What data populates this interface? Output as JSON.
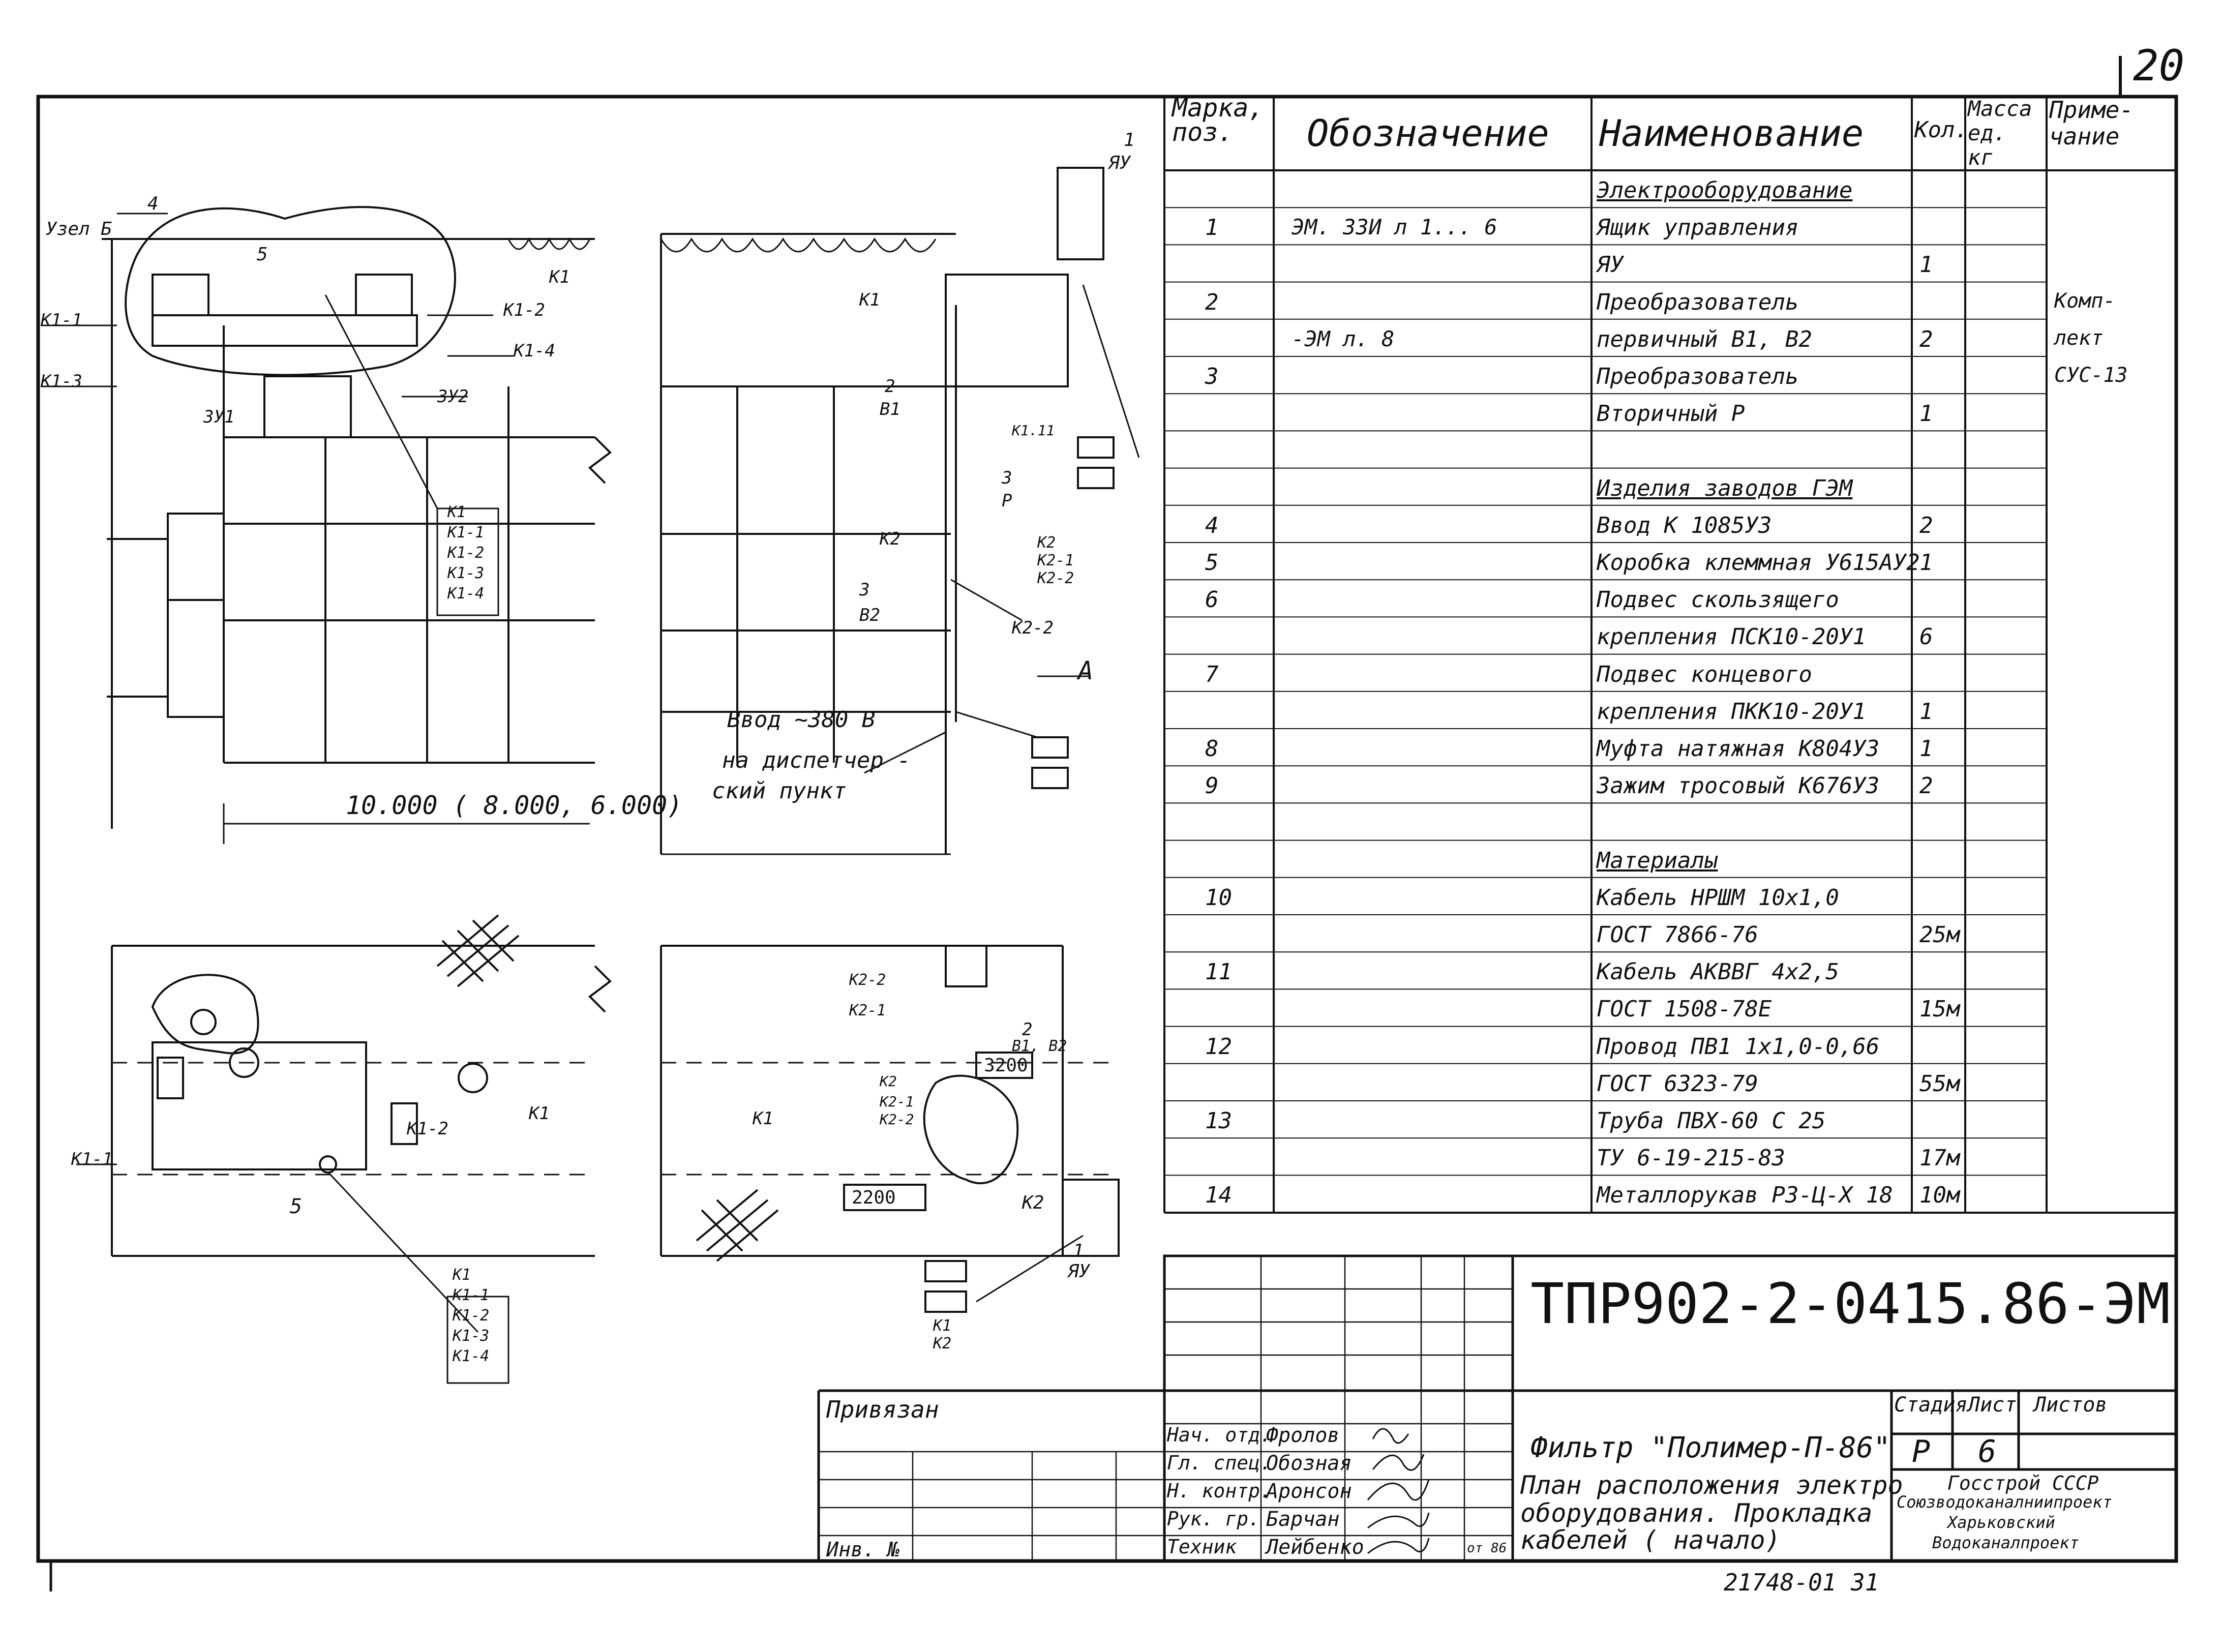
{
  "page_number": "20",
  "spec_table": {
    "headers": {
      "mark": "Марка, поз.",
      "designation": "Обозначение",
      "name": "Наименование",
      "qty": "Кол.",
      "mass": "Масса ед. кг",
      "note": "Приме- чание"
    },
    "rows": [
      {
        "mark": "",
        "designation": "",
        "name": "Электрооборудование",
        "qty": "",
        "note": ""
      },
      {
        "mark": "1",
        "designation": "ЭМ. 33И л 1... 6",
        "name": "Ящик управления",
        "qty": "",
        "note": ""
      },
      {
        "mark": "",
        "designation": "",
        "name": "ЯУ",
        "qty": "1",
        "note": ""
      },
      {
        "mark": "2",
        "designation": "",
        "name": "Преобразователь",
        "qty": "",
        "note": "Комп-"
      },
      {
        "mark": "",
        "designation": "-ЭМ л. 8",
        "name": "первичный В1, В2",
        "qty": "2",
        "note": "лект"
      },
      {
        "mark": "3",
        "designation": "",
        "name": "Преобразователь",
        "qty": "",
        "note": "СУС-13"
      },
      {
        "mark": "",
        "designation": "",
        "name": "Вторичный Р",
        "qty": "1",
        "note": ""
      },
      {
        "mark": "",
        "designation": "",
        "name": "",
        "qty": "",
        "note": ""
      },
      {
        "mark": "",
        "designation": "",
        "name": "Изделия заводов ГЭМ",
        "qty": "",
        "note": ""
      },
      {
        "mark": "4",
        "designation": "",
        "name": "Ввод К 1085У3",
        "qty": "2",
        "note": ""
      },
      {
        "mark": "5",
        "designation": "",
        "name": "Коробка клеммная У615АУ2",
        "qty": "1",
        "note": ""
      },
      {
        "mark": "6",
        "designation": "",
        "name": "Подвес скользящего",
        "qty": "",
        "note": ""
      },
      {
        "mark": "",
        "designation": "",
        "name": "крепления ПСК10-20У1",
        "qty": "6",
        "note": ""
      },
      {
        "mark": "7",
        "designation": "",
        "name": "Подвес концевого",
        "qty": "",
        "note": ""
      },
      {
        "mark": "",
        "designation": "",
        "name": "крепления ПКК10-20У1",
        "qty": "1",
        "note": ""
      },
      {
        "mark": "8",
        "designation": "",
        "name": "Муфта натяжная К804У3",
        "qty": "1",
        "note": ""
      },
      {
        "mark": "9",
        "designation": "",
        "name": "Зажим тросовый К676У3",
        "qty": "2",
        "note": ""
      },
      {
        "mark": "",
        "designation": "",
        "name": "",
        "qty": "",
        "note": ""
      },
      {
        "mark": "",
        "designation": "",
        "name": "Материалы",
        "qty": "",
        "note": ""
      },
      {
        "mark": "10",
        "designation": "",
        "name": "Кабель НРШМ 10х1,0",
        "qty": "",
        "note": ""
      },
      {
        "mark": "",
        "designation": "",
        "name": "ГОСТ 7866-76",
        "qty": "25м",
        "note": ""
      },
      {
        "mark": "11",
        "designation": "",
        "name": "Кабель АКВВГ 4х2,5",
        "qty": "",
        "note": ""
      },
      {
        "mark": "",
        "designation": "",
        "name": "ГОСТ 1508-78Е",
        "qty": "15м",
        "note": ""
      },
      {
        "mark": "12",
        "designation": "",
        "name": "Провод ПВ1 1х1,0-0,66",
        "qty": "",
        "note": ""
      },
      {
        "mark": "",
        "designation": "",
        "name": "ГОСТ 6323-79",
        "qty": "55м",
        "note": ""
      },
      {
        "mark": "13",
        "designation": "",
        "name": "Труба ПВХ-60 С 25",
        "qty": "",
        "note": ""
      },
      {
        "mark": "",
        "designation": "",
        "name": "ТУ 6-19-215-83",
        "qty": "17м",
        "note": ""
      },
      {
        "mark": "14",
        "designation": "",
        "name": "Металлорукав РЗ-Ц-Х 18",
        "qty": "10м",
        "note": ""
      }
    ]
  },
  "title_block": {
    "doc_code": "ТПР902-2-0415.86-ЭМ",
    "bound_label": "Привязан",
    "inv_label": "Инв. №",
    "object": "Фильтр \"Полимер-П-86\"",
    "title_lines": [
      "План расположения электро",
      "оборудования. Прокладка",
      "кабелей   ( начало)"
    ],
    "stage_label": "Стадия",
    "sheet_label": "Лист",
    "sheets_label": "Листов",
    "stage": "Р",
    "sheet": "6",
    "sheets": "",
    "organization": [
      "Госстрой СССР",
      "Союзводоканалниипроект",
      "Харьковский",
      "Водоканалпроект"
    ],
    "people": [
      {
        "role": "Нач. отд.",
        "name": "Фролов"
      },
      {
        "role": "Гл. спец.",
        "name": "Обозная"
      },
      {
        "role": "Н. контр.",
        "name": "Аронсон"
      },
      {
        "role": "Рук. гр.",
        "name": "Барчан"
      },
      {
        "role": "Техник",
        "name": "Лейбенко"
      }
    ],
    "date_label": "от 86",
    "archive_no": "21748-01",
    "archive_sheet": "31"
  },
  "drawing_labels": {
    "node": "Узел Б",
    "pos4": "4",
    "pos5": "5",
    "k1": "К1",
    "k1_1": "К1-1",
    "k1_2": "К1-2",
    "k1_3": "К1-3",
    "k1_4": "К1-4",
    "k2": "К2",
    "k2_1": "К2-1",
    "k2_2": "К2-2",
    "zu1": "ЗУ1",
    "zu2": "ЗУ2",
    "dim_main": "10.000 ( 8.000, 6.000)",
    "pos1": "1",
    "yau": "ЯУ",
    "pos2": "2",
    "b1": "В1",
    "b1b2": "В1, В2",
    "pos3": "3",
    "p": "Р",
    "b2": "В2",
    "section_a": "А",
    "input_note": [
      "Ввод ~380 В",
      "на диспетчер -",
      "ский пункт"
    ],
    "elev_3200": "3200",
    "elev_2200": "2200",
    "k111": "К1.11"
  }
}
